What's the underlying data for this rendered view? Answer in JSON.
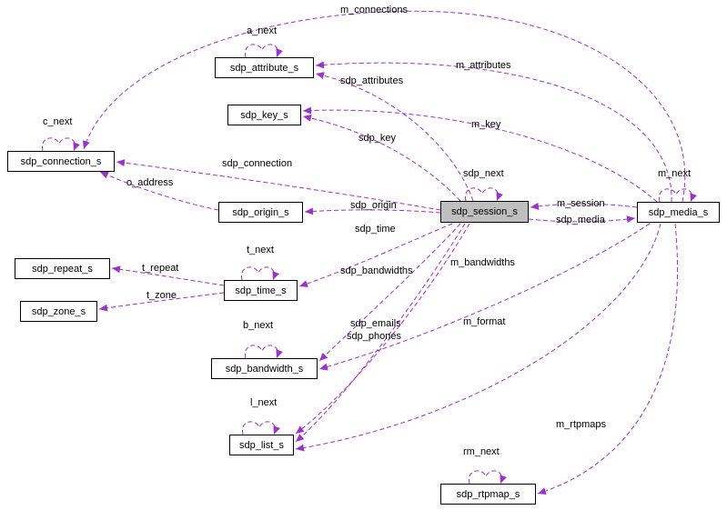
{
  "colors": {
    "edge": "#9a32cd",
    "node_border": "#000000",
    "node_background": "#ffffff",
    "selected_node_background": "#bfbfbf",
    "text": "#000000"
  },
  "nodes": {
    "connection": "sdp_connection_s",
    "attribute": "sdp_attribute_s",
    "key": "sdp_key_s",
    "origin": "sdp_origin_s",
    "session": "sdp_session_s",
    "media": "sdp_media_s",
    "repeat": "sdp_repeat_s",
    "zone": "sdp_zone_s",
    "time": "sdp_time_s",
    "bandwidth": "sdp_bandwidth_s",
    "list": "sdp_list_s",
    "rtpmap": "sdp_rtpmap_s"
  },
  "edge_labels": {
    "m_connections": "m_connections",
    "a_next": "a_next",
    "m_attributes": "m_attributes",
    "sdp_attributes": "sdp_attributes",
    "sdp_key": "sdp_key",
    "m_key": "m_key",
    "c_next": "c_next",
    "sdp_connection": "sdp_connection",
    "o_address": "o_address",
    "sdp_next": "sdp_next",
    "m_next": "m_next",
    "sdp_origin": "sdp_origin",
    "m_session": "m_session",
    "sdp_media": "sdp_media",
    "sdp_time": "sdp_time",
    "t_next": "t_next",
    "t_repeat": "t_repeat",
    "t_zone": "t_zone",
    "sdp_bandwidths": "sdp_bandwidths",
    "m_bandwidths": "m_bandwidths",
    "b_next": "b_next",
    "sdp_emails": "sdp_emails",
    "sdp_phones": "sdp_phones",
    "m_format": "m_format",
    "l_next": "l_next",
    "m_rtpmaps": "m_rtpmaps",
    "rm_next": "rm_next"
  }
}
